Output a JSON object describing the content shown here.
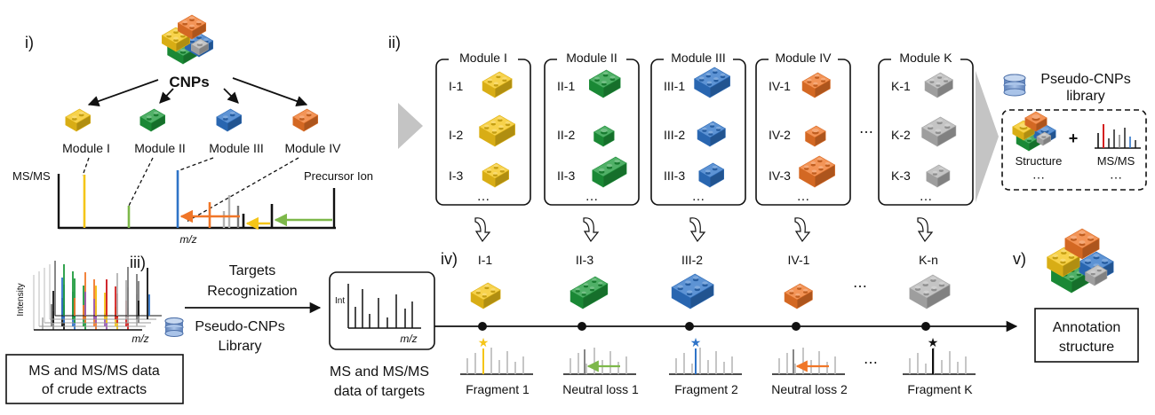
{
  "colors": {
    "yellow": "#F5C518",
    "green": "#1E9A3C",
    "blue": "#2F74C8",
    "orange": "#F07628",
    "gray": "#B3B3B3",
    "dark_gray": "#7A7A7A",
    "red": "#D42020"
  },
  "section_i": {
    "roman": "i)",
    "cnps_label": "CNPs",
    "modules": [
      "Module I",
      "Module II",
      "Module III",
      "Module IV"
    ],
    "ms_label": "MS/MS",
    "precursor_label": "Precursor Ion",
    "axis_label": "m/z"
  },
  "section_ii": {
    "roman": "ii)",
    "modules": [
      {
        "title": "Module I",
        "color": "yellow",
        "items": [
          "I-1",
          "I-2",
          "I-3"
        ]
      },
      {
        "title": "Module II",
        "color": "green",
        "items": [
          "II-1",
          "II-2",
          "II-3"
        ]
      },
      {
        "title": "Module III",
        "color": "blue",
        "items": [
          "III-1",
          "III-2",
          "III-3"
        ]
      },
      {
        "title": "Module IV",
        "color": "orange",
        "items": [
          "IV-1",
          "IV-2",
          "IV-3"
        ]
      },
      {
        "title": "Module K",
        "color": "gray",
        "items": [
          "K-1",
          "K-2",
          "K-3"
        ]
      }
    ],
    "more": "…",
    "between_dots": "⋯",
    "library_title_line1": "Pseudo-CNPs",
    "library_title_line2": "library",
    "structure_label": "Structure",
    "msms_label": "MS/MS",
    "plus": "+",
    "ellipsis": "⋯"
  },
  "section_iii": {
    "roman": "iii)",
    "targets_line1": "Targets",
    "targets_line2": "Recognization",
    "library_line1": "Pseudo-CNPs",
    "library_line2": "Library",
    "intensity_label": "Intensity",
    "axis_label": "m/z",
    "crude_box_line1": "MS and MS/MS data",
    "crude_box_line2": "of crude extracts",
    "int_label": "Int",
    "targets_caption_line1": "MS and MS/MS",
    "targets_caption_line2": "data of targets"
  },
  "section_iv": {
    "roman": "iv)",
    "selected": [
      {
        "label": "I-1",
        "color": "yellow"
      },
      {
        "label": "II-3",
        "color": "green"
      },
      {
        "label": "III-2",
        "color": "blue"
      },
      {
        "label": "IV-1",
        "color": "orange"
      },
      {
        "label": "K-n",
        "color": "gray"
      }
    ],
    "fragments": [
      "Fragment 1",
      "Neutral loss 1",
      "Fragment 2",
      "Neutral loss 2",
      "Fragment K"
    ],
    "ellipsis": "⋯"
  },
  "section_v": {
    "roman": "v)",
    "annotation_line1": "Annotation",
    "annotation_line2": "structure"
  }
}
